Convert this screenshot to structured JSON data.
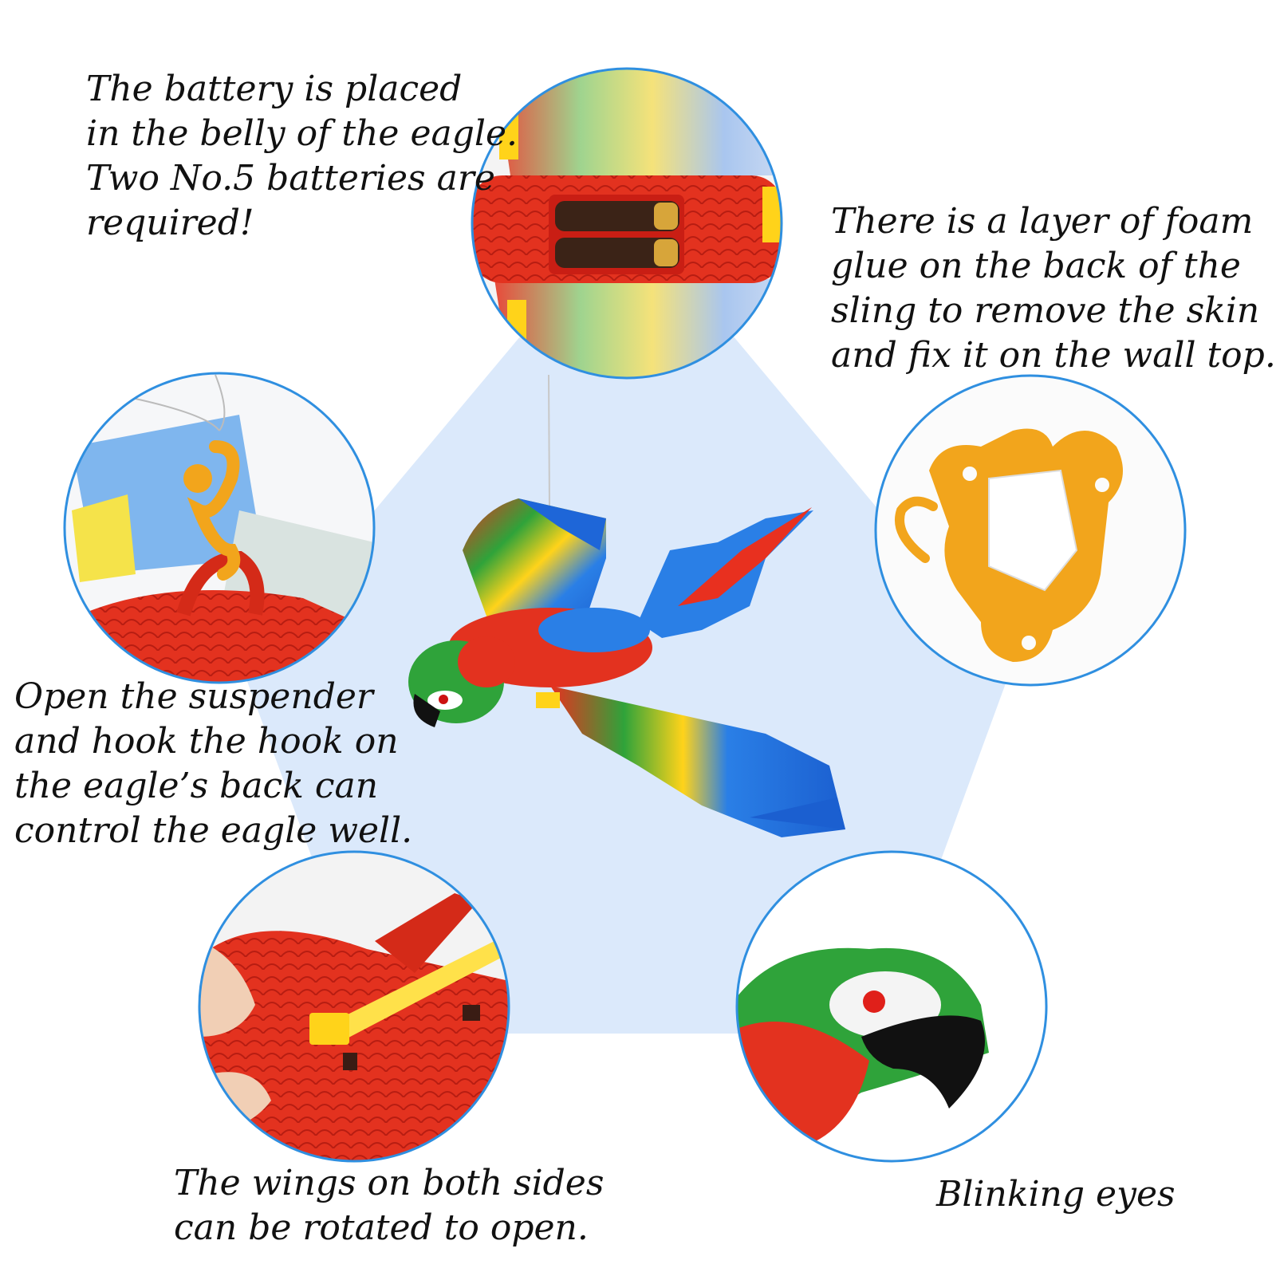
{
  "captions": {
    "battery": "The battery is placed\nin the belly of the eagle.\nTwo No.5 batteries are\nrequired!",
    "foam": "There is a layer of foam\nglue on the back of the\nsling to remove the skin\nand fix it on the wall top.",
    "hook": "Open the suspender\nand hook the hook on\nthe eagle’s back can\ncontrol the eagle well.",
    "wings": "The wings on both sides\ncan be rotated to open.",
    "eyes": "Blinking eyes"
  },
  "colors": {
    "pentagon": "#dbe9fb",
    "circle_border": "#2f8fe0",
    "toy_red": "#e8301f",
    "toy_blue": "#1f6fe0",
    "toy_yellow": "#ffd31a",
    "toy_green": "#2fa33a",
    "hanger_orange": "#f2a51c"
  }
}
